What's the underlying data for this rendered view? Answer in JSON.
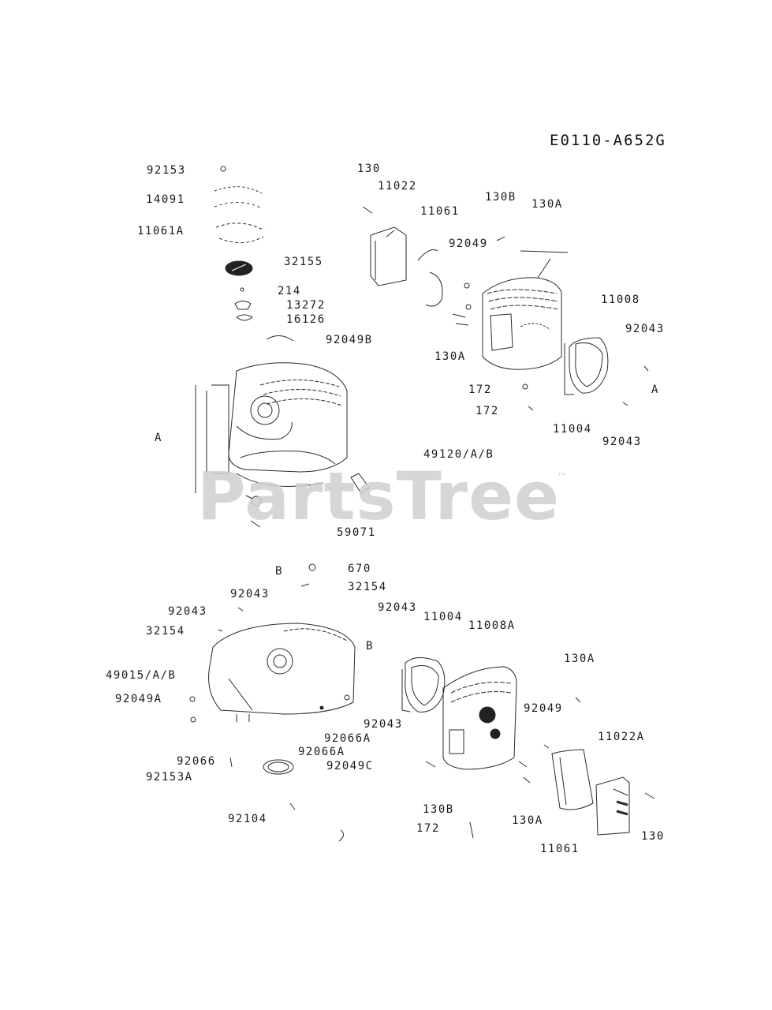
{
  "diagram_code": "E0110-A652G",
  "watermark": "PartsTree",
  "watermark_mark": "™",
  "callouts": [
    "92153",
    "14091",
    "11061A",
    "32155",
    "214",
    "13272",
    "16126",
    "92049B",
    "130",
    "11022",
    "11061",
    "130B",
    "130A",
    "92049",
    "11008",
    "92043",
    "130A",
    "172",
    "172",
    "A",
    "11004",
    "92043",
    "A",
    "49120/A/B",
    "59071",
    "B",
    "670",
    "92043",
    "32154",
    "92043",
    "92043",
    "11004",
    "11008A",
    "32154",
    "B",
    "130A",
    "49015/A/B",
    "92049A",
    "92049",
    "92043",
    "92066A",
    "11022A",
    "92066A",
    "92066",
    "92049C",
    "92153A",
    "130B",
    "92104",
    "172",
    "130A",
    "130",
    "11061"
  ]
}
